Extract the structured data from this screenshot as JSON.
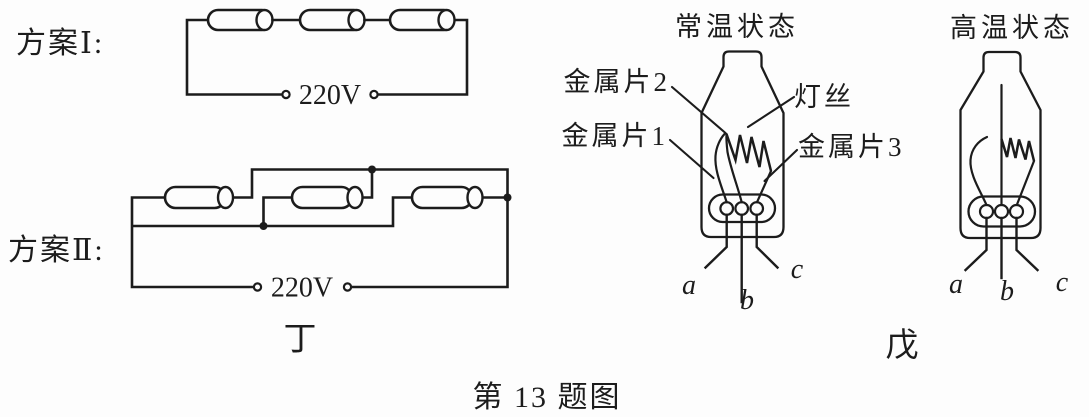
{
  "colors": {
    "ink": "#1c1c1c",
    "paper": "#fdfdfd"
  },
  "caption": "第 13 题图",
  "circuit_panel": {
    "caption": "丁",
    "scheme1": {
      "label": "方案Ⅰ:",
      "voltage": "220V",
      "tube_count": 3
    },
    "scheme2": {
      "label": "方案Ⅱ:",
      "voltage": "220V",
      "tube_count": 3
    }
  },
  "bulb_panel": {
    "caption": "戊",
    "annotations": {
      "metal2": "金属片2",
      "metal1": "金属片1",
      "filament": "灯丝",
      "metal3": "金属片3"
    },
    "normal": {
      "title": "常温状态",
      "terminal_a": "a",
      "terminal_b": "b",
      "terminal_c": "c"
    },
    "hot": {
      "title": "高温状态",
      "terminal_a": "a",
      "terminal_b": "b",
      "terminal_c": "c"
    }
  }
}
